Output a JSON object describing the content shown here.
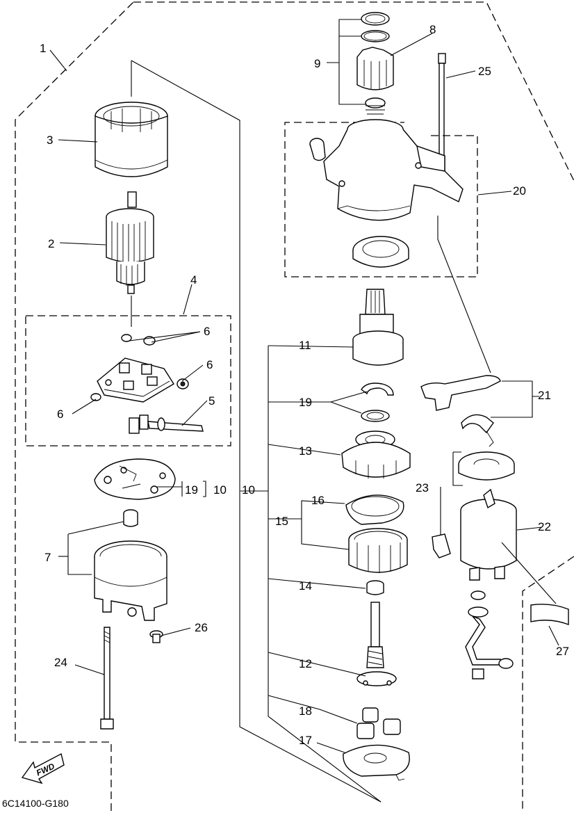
{
  "diagram": {
    "code": "6C14100-G180",
    "fwd": "FWD",
    "callouts": [
      {
        "id": "1",
        "text": "1"
      },
      {
        "id": "2",
        "text": "2"
      },
      {
        "id": "3",
        "text": "3"
      },
      {
        "id": "4",
        "text": "4"
      },
      {
        "id": "5",
        "text": "5"
      },
      {
        "id": "6a",
        "text": "6"
      },
      {
        "id": "6b",
        "text": "6"
      },
      {
        "id": "6c",
        "text": "6"
      },
      {
        "id": "7",
        "text": "7"
      },
      {
        "id": "8",
        "text": "8"
      },
      {
        "id": "9",
        "text": "9"
      },
      {
        "id": "10a",
        "text": "10"
      },
      {
        "id": "10b",
        "text": "10"
      },
      {
        "id": "11",
        "text": "11"
      },
      {
        "id": "12",
        "text": "12"
      },
      {
        "id": "13",
        "text": "13"
      },
      {
        "id": "14",
        "text": "14"
      },
      {
        "id": "15",
        "text": "15"
      },
      {
        "id": "16",
        "text": "16"
      },
      {
        "id": "17",
        "text": "17"
      },
      {
        "id": "18",
        "text": "18"
      },
      {
        "id": "19a",
        "text": "19"
      },
      {
        "id": "19b",
        "text": "19"
      },
      {
        "id": "20",
        "text": "20"
      },
      {
        "id": "21",
        "text": "21"
      },
      {
        "id": "22",
        "text": "22"
      },
      {
        "id": "23",
        "text": "23"
      },
      {
        "id": "24",
        "text": "24"
      },
      {
        "id": "25",
        "text": "25"
      },
      {
        "id": "26",
        "text": "26"
      },
      {
        "id": "27",
        "text": "27"
      }
    ]
  }
}
